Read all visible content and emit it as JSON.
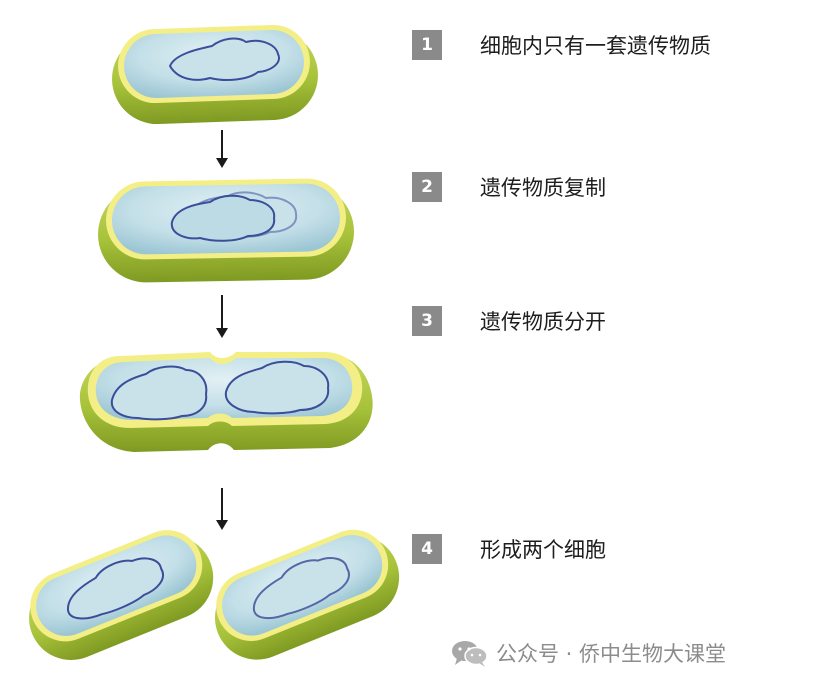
{
  "steps": [
    {
      "number": "1",
      "label": "细胞内只有一套遗传物质"
    },
    {
      "number": "2",
      "label": "遗传物质复制"
    },
    {
      "number": "3",
      "label": "遗传物质分开"
    },
    {
      "number": "4",
      "label": "形成两个细胞"
    }
  ],
  "watermark": {
    "text": "公众号 · 侨中生物大课堂",
    "icon": "wechat-icon"
  },
  "colors": {
    "cell_wall": "#a9c43c",
    "cell_membrane": "#f2ef8a",
    "cytoplasm": "#bcdbe5",
    "dna": "#3b4e9a",
    "badge": "#8a8a8a",
    "arrow": "#1a1a1a"
  }
}
